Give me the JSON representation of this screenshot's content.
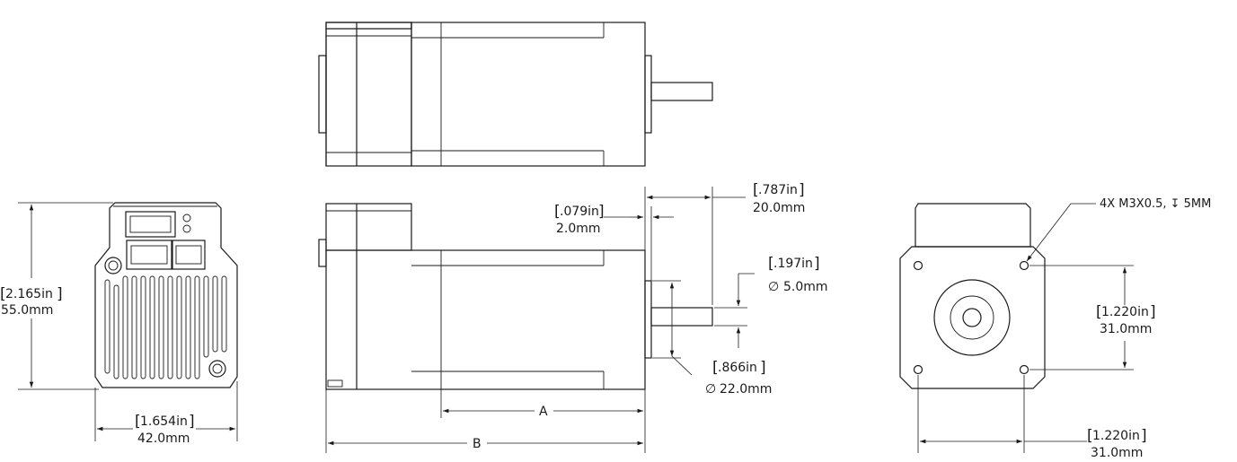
{
  "dimensions": {
    "height_left": {
      "imperial": "2.165in",
      "metric": "55.0mm"
    },
    "width_bottom_left": {
      "imperial": "1.654in",
      "metric": "42.0mm"
    },
    "flange_thickness": {
      "imperial": ".079in",
      "metric": "2.0mm"
    },
    "shaft_length": {
      "imperial": ".787in",
      "metric": "20.0mm"
    },
    "shaft_diameter": {
      "imperial": ".197in",
      "metric": "5.0mm"
    },
    "pilot_diameter": {
      "imperial": ".866in",
      "metric": "22.0mm"
    },
    "length_a": "A",
    "length_b": "B",
    "hole_spacing_vertical": {
      "imperial": "1.220in",
      "metric": "31.0mm"
    },
    "hole_spacing_horizontal": {
      "imperial": "1.220in",
      "metric": "31.0mm"
    }
  },
  "callouts": {
    "mounting_holes": "4X M3X0.5, ↧ 5MM"
  },
  "symbols": {
    "diameter": "∅",
    "bracket_open": "[",
    "bracket_close": "]"
  }
}
